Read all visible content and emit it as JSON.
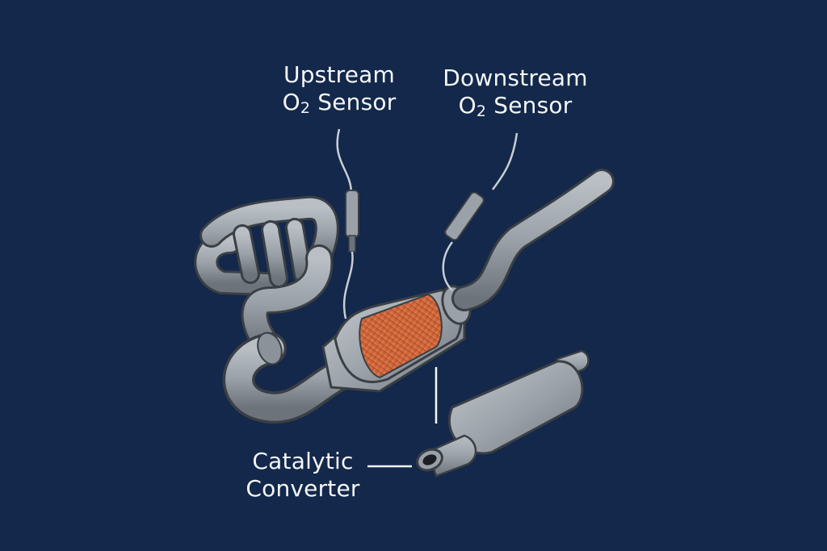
{
  "colors": {
    "background": "#13284a",
    "pipe": "#9aa1a8",
    "pipe_shadow": "#6c737a",
    "pipe_outline": "#3a3f45",
    "catalyst": "#e06a3c",
    "catalyst_dark": "#b44d26",
    "text": "#f4f6f8",
    "wire": "#c9ced3"
  },
  "labels": {
    "upstream": {
      "line1": "Upstream",
      "line2_pre": "O",
      "line2_sub": "2",
      "line2_post": " Sensor"
    },
    "downstream": {
      "line1": "Downstream",
      "line2_pre": "O",
      "line2_sub": "2",
      "line2_post": " Sensor"
    },
    "catalytic": {
      "line1": "Catalytic",
      "line2": "Converter"
    }
  },
  "icons": {
    "manifold": "exhaust-manifold-icon",
    "converter": "catalytic-converter-icon",
    "muffler": "muffler-icon",
    "sensor": "oxygen-sensor-icon"
  }
}
